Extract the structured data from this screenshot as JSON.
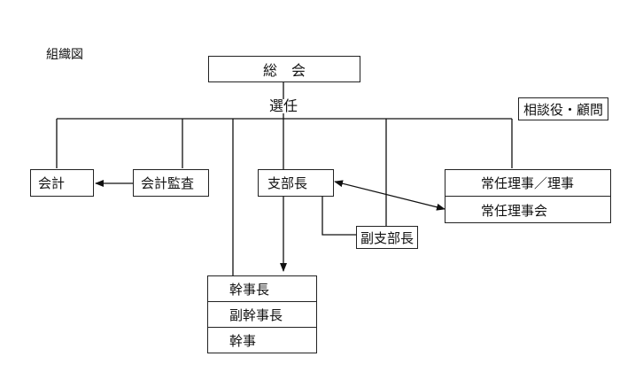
{
  "title": "組織図",
  "assembly": "総　会",
  "election": "選任",
  "advisor": "相談役・顧問",
  "accounting": "会計",
  "audit": "会計監査",
  "branch_chief": "支部長",
  "vice_branch_chief": "副支部長",
  "directors": [
    "常任理事／理事",
    "常任理事会"
  ],
  "secretaries": [
    "幹事長",
    "副幹事長",
    "幹事"
  ]
}
